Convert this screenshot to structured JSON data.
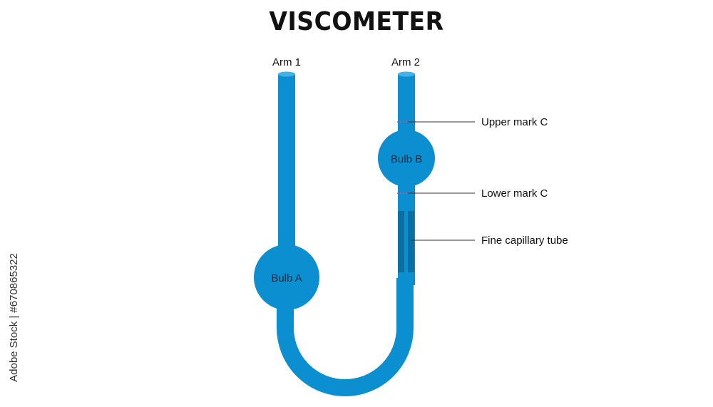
{
  "title": "VISCOMETER",
  "labels": {
    "arm1": "Arm 1",
    "arm2": "Arm 2",
    "bulb_a": "Bulb A",
    "bulb_b": "Bulb B",
    "upper_mark": "Upper mark C",
    "lower_mark": "Lower mark C",
    "capillary": "Fine capillary tube"
  },
  "watermark": "Adobe Stock | #670865322",
  "colors": {
    "tube": "#0b8fd0",
    "tube_top": "#3fb3ea",
    "capillary": "#0a6fa3",
    "mark": "#d04a8f",
    "leader": "#333333"
  }
}
